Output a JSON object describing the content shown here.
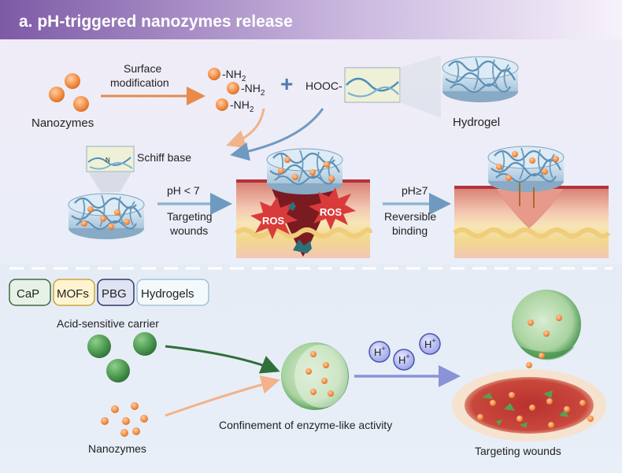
{
  "header": {
    "title": "a. pH-triggered nanozymes release"
  },
  "top": {
    "nanozymes_label": "Nanozymes",
    "surface_mod_line1": "Surface",
    "surface_mod_line2": "modification",
    "nh2_label": "-NH",
    "nh2_sub": "2",
    "plus": "+",
    "hooc_label": "HOOC-",
    "hydrogel_label": "Hydrogel",
    "schiff_label": "Schiff base",
    "schiff_n": "N",
    "ph_low": "pH < 7",
    "targeting_line1": "Targeting",
    "targeting_line2": "wounds",
    "ros": "ROS",
    "ph_high": "pH≥7",
    "reversible_line1": "Reversible",
    "reversible_line2": "binding"
  },
  "bottom": {
    "tags": [
      "CaP",
      "MOFs",
      "PBG",
      "Hydrogels"
    ],
    "acid_carrier_label": "Acid-sensitive carrier",
    "nanozymes_label": "Nanozymes",
    "confinement_label": "Confinement of enzyme-like activity",
    "h_plus": "H",
    "h_sup": "+",
    "targeting_label": "Targeting wounds"
  },
  "colors": {
    "header_start": "#7d5aa6",
    "header_end": "#f3eef8",
    "nanozyme": "#f08a3c",
    "hydrogel": "#8fb4cf",
    "carrier_green": "#4e9a53",
    "tag_cap": "#e7f2e7",
    "tag_mofs": "#fff4cf",
    "tag_pbg": "#e0e3f4",
    "tag_hydrogels": "#f4f9fc",
    "ros_red": "#d93b3b",
    "h_plus_fill": "#b9bff0"
  }
}
